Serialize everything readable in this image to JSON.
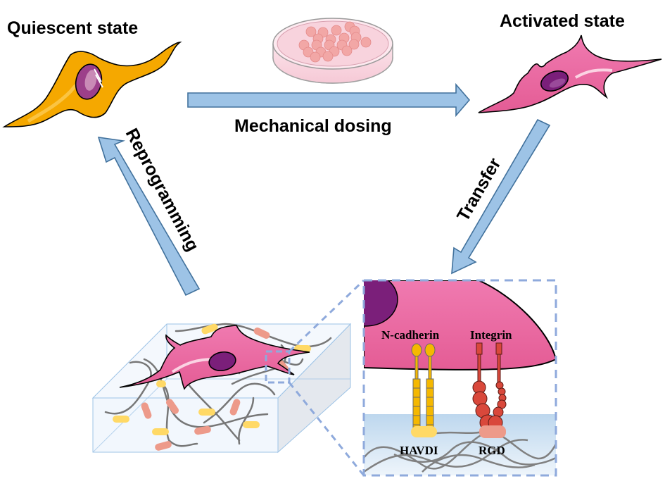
{
  "diagram": {
    "states": {
      "quiescent": "Quiescent state",
      "activated": "Activated state"
    },
    "arrows": {
      "mechanical_dosing": "Mechanical dosing",
      "transfer": "Transfer",
      "reprogramming": "Reprogramming"
    },
    "inset": {
      "receptor_left": "N-cadherin",
      "receptor_right": "Integrin",
      "ligand_left": "HAVDI",
      "ligand_right": "RGD"
    },
    "colors": {
      "arrow_fill": "#9dc3e6",
      "arrow_stroke": "#41719c",
      "quiescent_cell": "#f5a800",
      "activated_cell": "#e8578a",
      "nucleus": "#7b1f7a",
      "ncadherin": "#f5b800",
      "integrin": "#d9483b",
      "havdi_ligand": "#ffd966",
      "rgd_ligand": "#ed9a8a",
      "inset_border": "#8faadc"
    }
  }
}
